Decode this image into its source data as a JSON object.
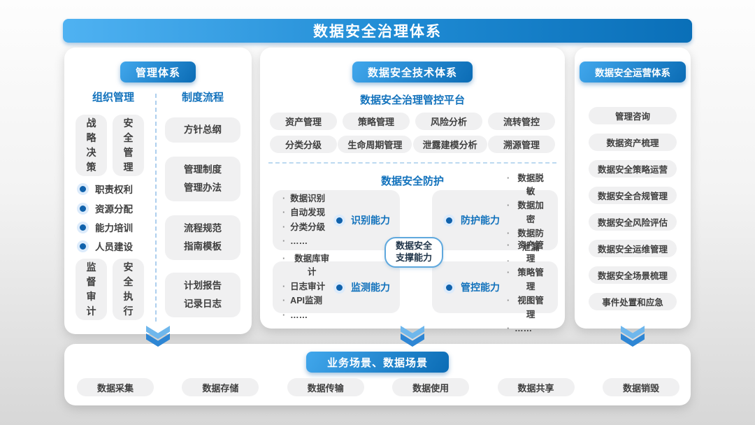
{
  "title": "数据安全治理体系",
  "management": {
    "header": "管理体系",
    "org": {
      "title": "组织管理",
      "top_boxes": [
        "战略决策",
        "安全管理"
      ],
      "bullets": [
        "职责权利",
        "资源分配",
        "能力培训",
        "人员建设"
      ],
      "bottom_boxes": [
        "监督审计",
        "安全执行"
      ]
    },
    "process": {
      "title": "制度流程",
      "items": [
        [
          "方针总纲"
        ],
        [
          "管理制度",
          "管理办法"
        ],
        [
          "流程规范",
          "指南模板"
        ],
        [
          "计划报告",
          "记录日志"
        ]
      ]
    }
  },
  "technology": {
    "header": "数据安全技术体系",
    "platform": {
      "title": "数据安全治理管控平台",
      "row1": [
        "资产管理",
        "策略管理",
        "风险分析",
        "流转管控"
      ],
      "row2": [
        "分类分级",
        "生命周期管理",
        "泄露建模分析",
        "溯源管理"
      ]
    },
    "protection": {
      "title": "数据安全防护",
      "center": [
        "数据安全",
        "支撑能力"
      ],
      "identify": {
        "label": "识别能力",
        "bullets": [
          "数据识别",
          "自动发现",
          "分类分级",
          "……"
        ]
      },
      "protect": {
        "label": "防护能力",
        "bullets": [
          "数据脱敏",
          "数据加密",
          "数据防泄漏",
          "……"
        ]
      },
      "monitor": {
        "label": "监测能力",
        "bullets": [
          "数据库审计",
          "日志审计",
          "API监测",
          "……"
        ]
      },
      "control": {
        "label": "管控能力",
        "bullets": [
          "资产管理",
          "策略管理",
          "视图管理",
          "……"
        ]
      }
    }
  },
  "operations": {
    "header": "数据安全运营体系",
    "items": [
      "管理咨询",
      "数据资产梳理",
      "数据安全策略运营",
      "数据安全合规管理",
      "数据安全风险评估",
      "数据安全运维管理",
      "数据安全场景梳理",
      "事件处置和应急"
    ]
  },
  "scenarios": {
    "header": "业务场景、数据场景",
    "items": [
      "数据采集",
      "数据存储",
      "数据传输",
      "数据使用",
      "数据共享",
      "数据销毁"
    ]
  },
  "colors": {
    "banner_gradient_start": "#4FB2F2",
    "banner_gradient_end": "#0A6FB8",
    "badge_gradient_start": "#41A7EC",
    "badge_gradient_end": "#0B6CB5",
    "blue_text": "#1272BC",
    "dark_text": "#3F3F3F",
    "gray_box": "#F0F0F1",
    "dashed_line": "#AECFEE",
    "bullet_ring": "#DCEBFB",
    "bullet_core": "#1062AC",
    "oval_border": "#5FA8DD",
    "oval_text": "#1E3348",
    "chevron_light": "#6FB7EC",
    "chevron_dark": "#2E86D4"
  }
}
